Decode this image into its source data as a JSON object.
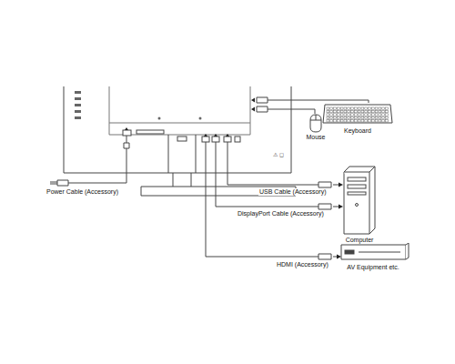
{
  "diagram": {
    "nodes": [
      {
        "text": [
          "Mouse"
        ]
      },
      {
        "text": [
          "Keyboard"
        ]
      },
      {
        "text": [
          "Computer"
        ]
      },
      {
        "text": [
          "AV Equipment etc."
        ]
      }
    ],
    "labels": [
      "Power Cable (Accessory)",
      "USB Cable (Accessory)",
      "DisplayPort Cable (Accessory)",
      "HDMI (Accessory)"
    ]
  }
}
